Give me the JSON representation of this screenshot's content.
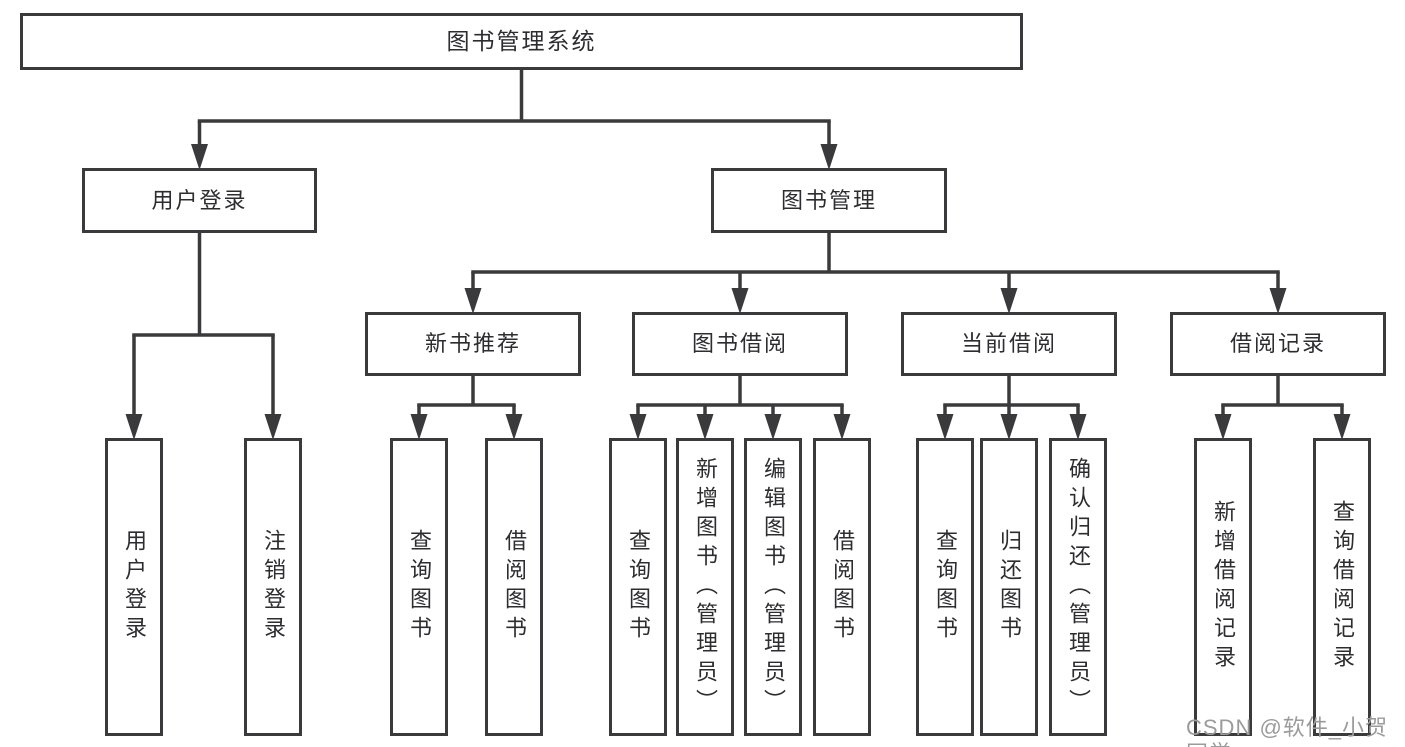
{
  "diagram": {
    "watermark": "CSDN @软件_小贺同学",
    "colors": {
      "background": "#ffffff",
      "line": "#3a3a3c",
      "box_border": "#3a3a3c",
      "box_fill": "#ffffff",
      "text": "#2d2d30",
      "watermark": "#9b9b9b"
    },
    "tree": {
      "id": "system-root",
      "label": "图书管理系统",
      "children": [
        {
          "id": "user-login",
          "label": "用户登录",
          "children": [
            {
              "id": "leaf-user-login",
              "label": "用户登录"
            },
            {
              "id": "leaf-logout",
              "label": "注销登录"
            }
          ]
        },
        {
          "id": "book-mgmt",
          "label": "图书管理",
          "children": [
            {
              "id": "new-book-rec",
              "label": "新书推荐",
              "children": [
                {
                  "id": "leaf-query-book-a",
                  "label": "查询图书"
                },
                {
                  "id": "leaf-borrow-book-a",
                  "label": "借阅图书"
                }
              ]
            },
            {
              "id": "book-borrow",
              "label": "图书借阅",
              "children": [
                {
                  "id": "leaf-query-book-b",
                  "label": "查询图书"
                },
                {
                  "id": "leaf-add-book",
                  "label": "新增图书（管理员）"
                },
                {
                  "id": "leaf-edit-book",
                  "label": "编辑图书（管理员）"
                },
                {
                  "id": "leaf-borrow-book-b",
                  "label": "借阅图书"
                }
              ]
            },
            {
              "id": "current-borrow",
              "label": "当前借阅",
              "children": [
                {
                  "id": "leaf-query-book-c",
                  "label": "查询图书"
                },
                {
                  "id": "leaf-return-book",
                  "label": "归还图书"
                },
                {
                  "id": "leaf-confirm-return",
                  "label": "确认归还（管理员）"
                }
              ]
            },
            {
              "id": "borrow-record",
              "label": "借阅记录",
              "children": [
                {
                  "id": "leaf-add-borrow-record",
                  "label": "新增借阅记录"
                },
                {
                  "id": "leaf-query-borrow-record",
                  "label": "查询借阅记录"
                }
              ]
            }
          ]
        }
      ]
    }
  }
}
